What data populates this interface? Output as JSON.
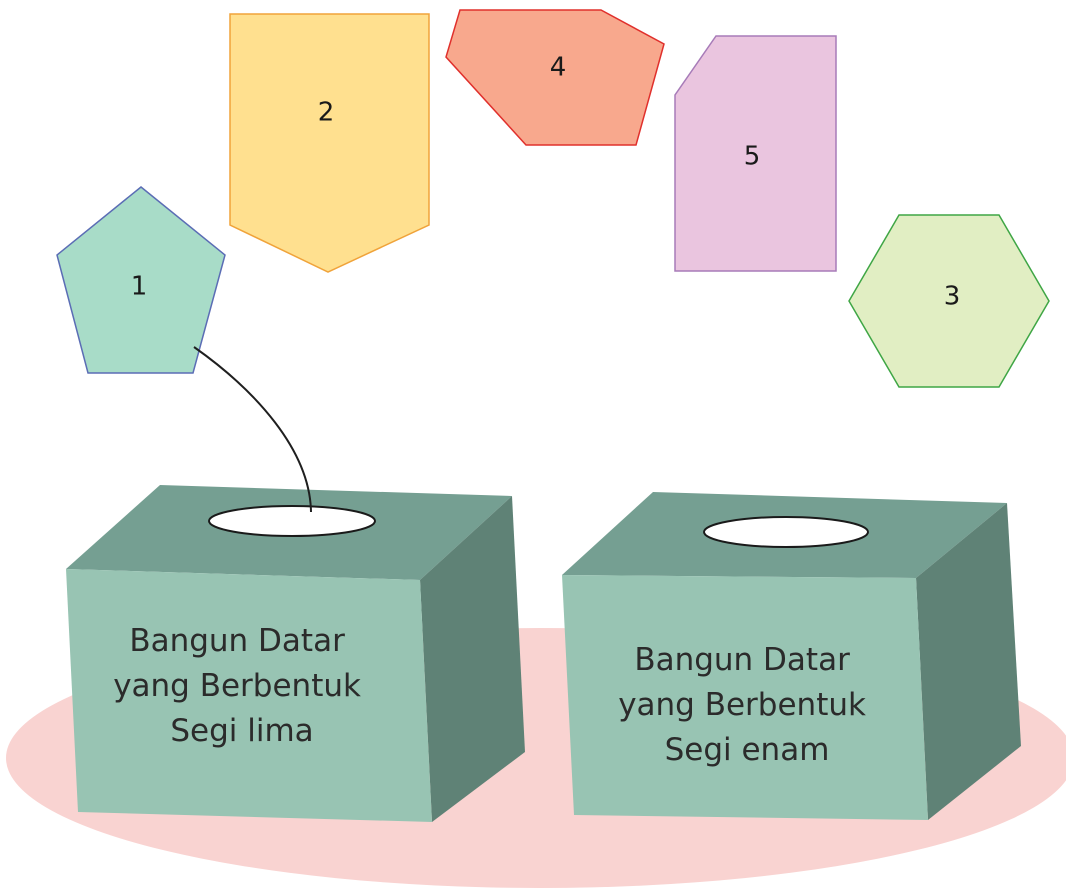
{
  "colors": {
    "floor": "#f9d3d1",
    "box_front": "#98c4b3",
    "box_top": "#759f92",
    "box_side": "#5f8276",
    "slot": "#ffffff",
    "connector_line": "#1f1f1f"
  },
  "shapes": [
    {
      "id": "pentagon",
      "number": "1",
      "fill": "#a8dcc8",
      "stroke": "#5b6db5"
    },
    {
      "id": "pentagon-tag",
      "number": "2",
      "fill": "#ffe08f",
      "stroke": "#f0a33a"
    },
    {
      "id": "hexagon",
      "number": "3",
      "fill": "#e1eec3",
      "stroke": "#3fa645"
    },
    {
      "id": "irregular-hexagon",
      "number": "4",
      "fill": "#f8a88d",
      "stroke": "#e0302c"
    },
    {
      "id": "cut-rectangle",
      "number": "5",
      "fill": "#eac5df",
      "stroke": "#a77bb8"
    }
  ],
  "boxes": [
    {
      "id": "segi-lima",
      "label_lines": [
        "Bangun Datar",
        "yang Berbentuk",
        "Segi lima"
      ]
    },
    {
      "id": "segi-enam",
      "label_lines": [
        "Bangun Datar",
        "yang Berbentuk",
        "Segi enam"
      ]
    }
  ]
}
